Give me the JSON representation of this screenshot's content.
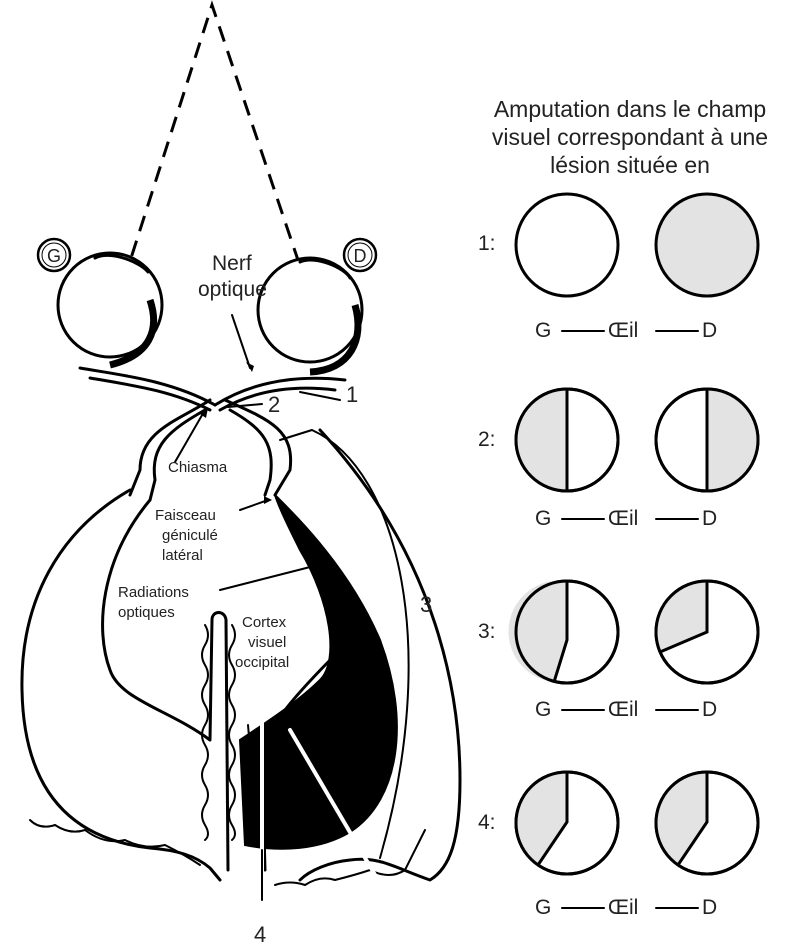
{
  "colors": {
    "line": "#000000",
    "shade": "#e3e3e3",
    "background": "#ffffff",
    "cortex": "#000000"
  },
  "left": {
    "eye_left_badge": "G",
    "eye_right_badge": "D",
    "nerve_label_1": "Nerf",
    "nerve_label_2": "optique",
    "chiasma_label": "Chiasma",
    "lgn_label_1": "Faisceau",
    "lgn_label_2": "géniculé",
    "lgn_label_3": "latéral",
    "radiations_label_1": "Radiations",
    "radiations_label_2": "optiques",
    "cortex_label_1": "Cortex",
    "cortex_label_2": "visuel",
    "cortex_label_3": "occipital",
    "num_1": "1",
    "num_2": "2",
    "num_3": "3",
    "num_4": "4"
  },
  "right": {
    "title_line_1": "Amputation dans le champ",
    "title_line_2": "visuel correspondant à une",
    "title_line_3": "lésion située en",
    "rows": [
      {
        "label": "1:",
        "left_eye": "G",
        "eye_word": "Œil",
        "right_eye": "D",
        "shading": "right-eye-full"
      },
      {
        "label": "2:",
        "left_eye": "G",
        "eye_word": "Œil",
        "right_eye": "D",
        "shading": "left-half-left-right-half-right"
      },
      {
        "label": "3:",
        "left_eye": "G",
        "eye_word": "Œil",
        "right_eye": "D",
        "shading": "upper-left-quadrant-wedges"
      },
      {
        "label": "4:",
        "left_eye": "G",
        "eye_word": "Œil",
        "right_eye": "D",
        "shading": "upper-left-quadrant-both"
      }
    ]
  }
}
